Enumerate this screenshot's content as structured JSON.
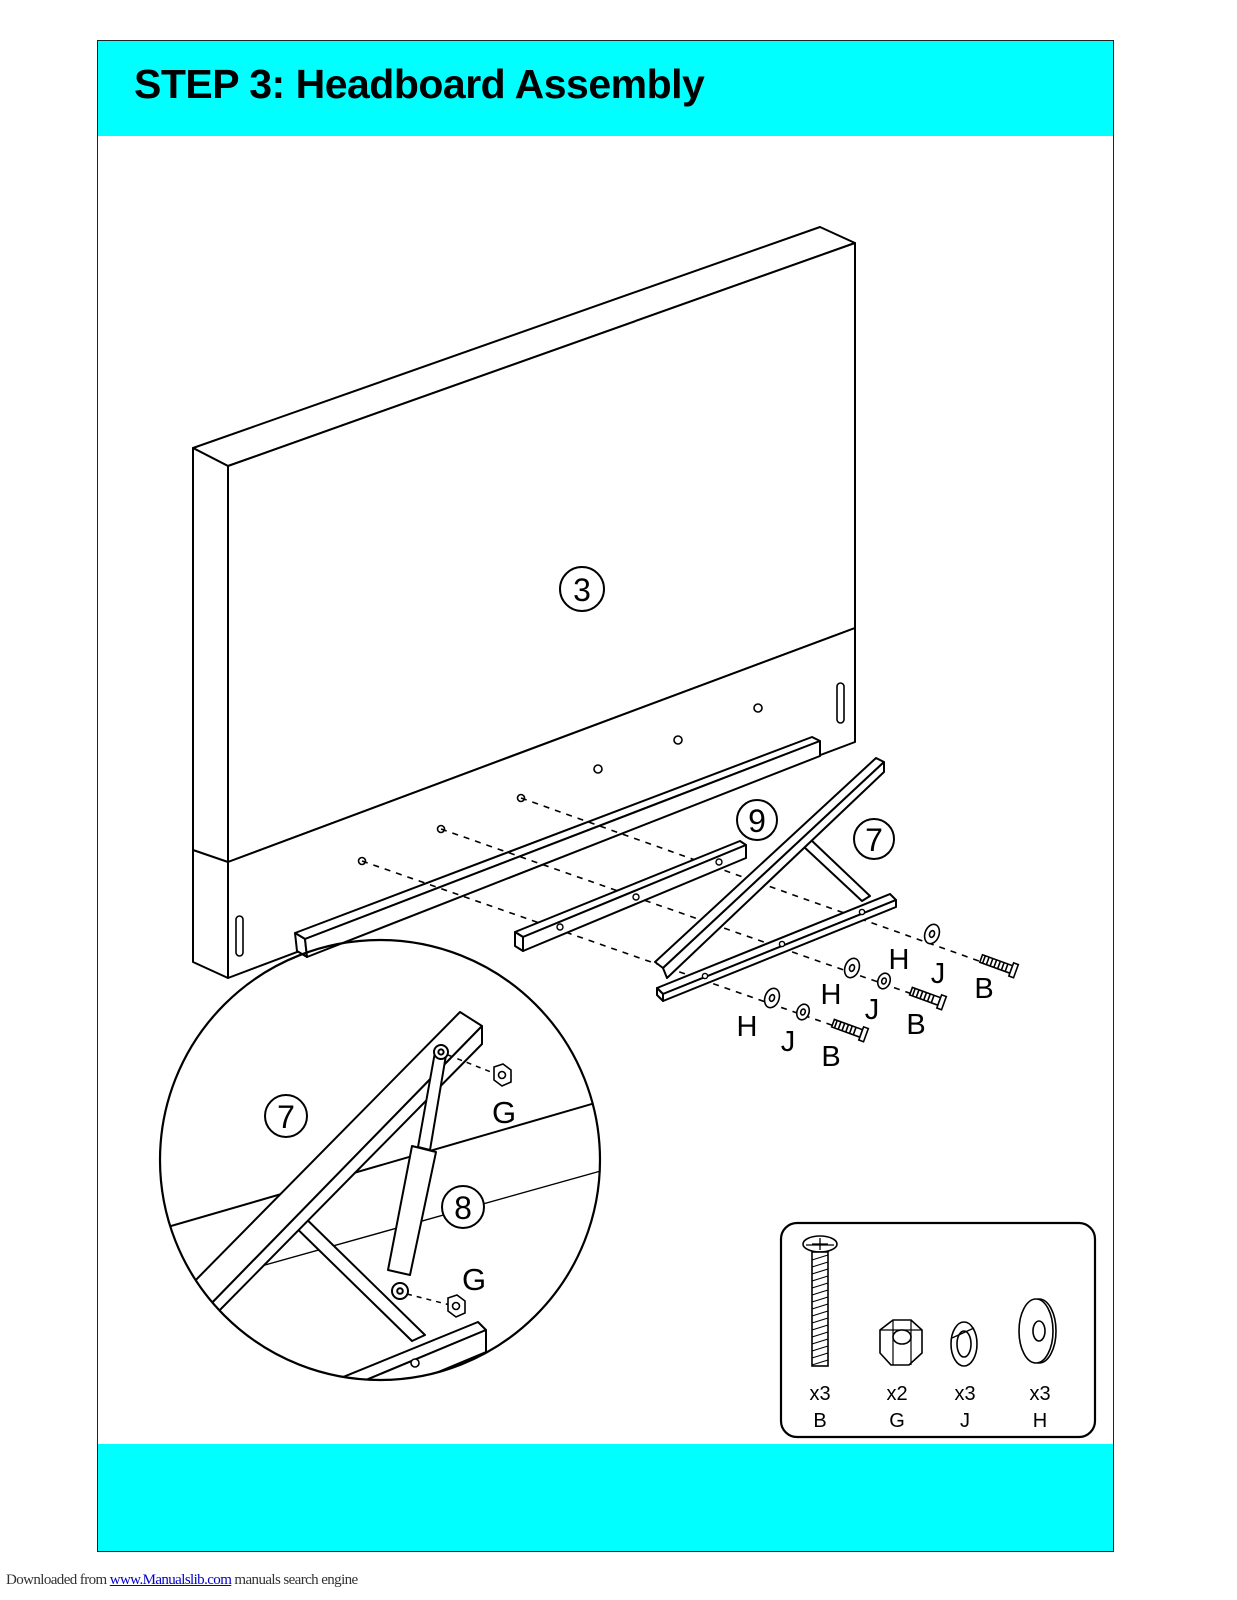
{
  "header": {
    "title": "STEP 3: Headboard Assembly"
  },
  "colors": {
    "band": "#00ffff",
    "line": "#000000"
  },
  "callouts": {
    "part_3": "3",
    "part_9": "9",
    "part_7": "7",
    "detail_part_7": "7",
    "detail_part_8": "8"
  },
  "labels": {
    "h_1": "H",
    "j_1": "J",
    "b_1": "B",
    "h_2": "H",
    "j_2": "J",
    "b_2": "B",
    "h_3": "H",
    "j_3": "J",
    "b_3": "B",
    "g_1": "G",
    "g_2": "G"
  },
  "hardware": [
    {
      "qty": "x3",
      "code": "B",
      "icon": "bolt-icon"
    },
    {
      "qty": "x2",
      "code": "G",
      "icon": "hex-nut-icon"
    },
    {
      "qty": "x3",
      "code": "J",
      "icon": "lock-washer-icon"
    },
    {
      "qty": "x3",
      "code": "H",
      "icon": "flat-washer-icon"
    }
  ],
  "footer": {
    "prefix": "Downloaded from ",
    "link": "www.Manualslib.com",
    "suffix": "  manuals search engine"
  }
}
